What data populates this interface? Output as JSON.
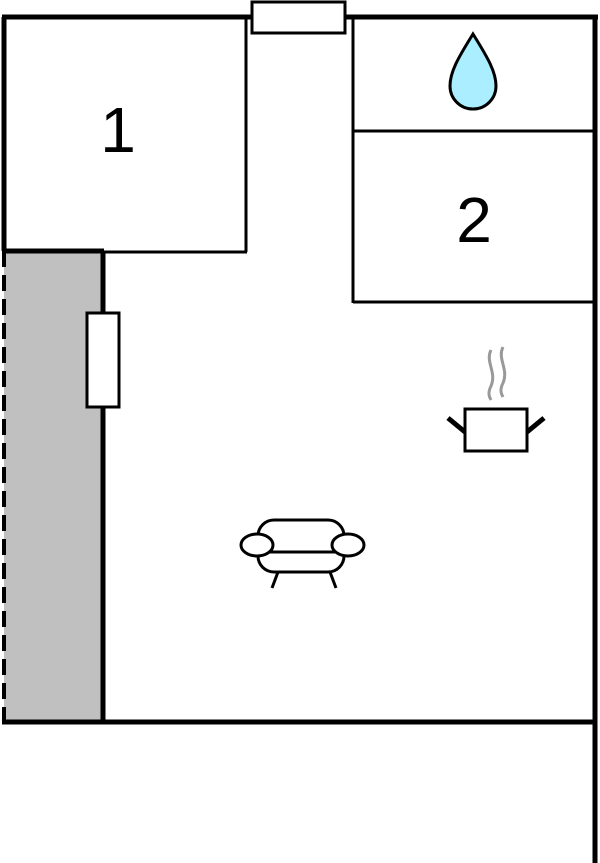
{
  "floor_plan": {
    "rooms": [
      {
        "id": "room-1",
        "label": "1"
      },
      {
        "id": "room-2",
        "label": "2"
      }
    ],
    "icons": [
      {
        "name": "water-drop-icon",
        "meaning": "bathroom"
      },
      {
        "name": "cooking-pot-icon",
        "meaning": "kitchen"
      },
      {
        "name": "sofa-icon",
        "meaning": "living room"
      }
    ],
    "colors": {
      "wall": "#000000",
      "terrace": "#c0c0c0",
      "water": "#aaeeff",
      "steam": "#999999",
      "background": "#ffffff"
    }
  }
}
